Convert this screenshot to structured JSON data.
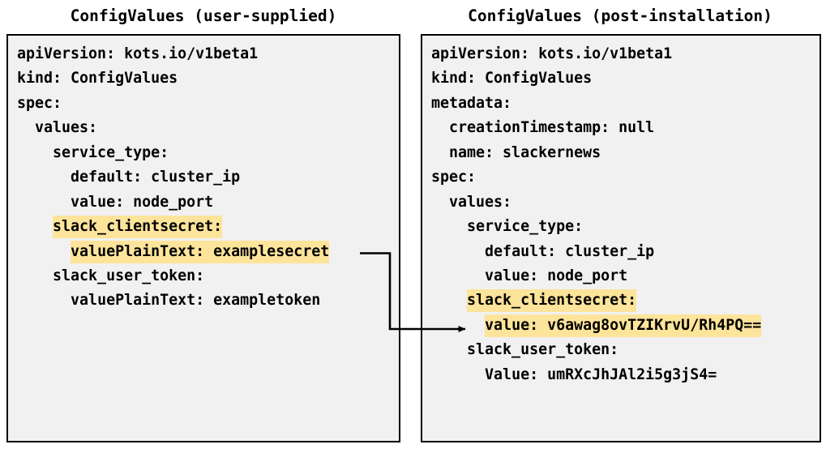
{
  "diagram": {
    "background_color": "#ffffff",
    "highlight_color": "#FDE49B",
    "code_box_background": "#F1F1F1",
    "border_color": "#000000"
  },
  "panels": [
    {
      "id": "user-supplied",
      "title": "ConfigValues (user-supplied)",
      "lines": [
        {
          "indent": 0,
          "text": "apiVersion: kots.io/v1beta1",
          "highlight": false
        },
        {
          "indent": 0,
          "text": "kind: ConfigValues",
          "highlight": false
        },
        {
          "indent": 0,
          "text": "spec:",
          "highlight": false
        },
        {
          "indent": 1,
          "text": "values:",
          "highlight": false
        },
        {
          "indent": 2,
          "text": "service_type:",
          "highlight": false
        },
        {
          "indent": 3,
          "text": "default: cluster_ip",
          "highlight": false
        },
        {
          "indent": 3,
          "text": "value: node_port",
          "highlight": false
        },
        {
          "indent": 2,
          "text": "slack_clientsecret:",
          "highlight": true
        },
        {
          "indent": 3,
          "text": "valuePlainText: examplesecret",
          "highlight": true
        },
        {
          "indent": 2,
          "text": "slack_user_token:",
          "highlight": false
        },
        {
          "indent": 3,
          "text": "valuePlainText: exampletoken",
          "highlight": false
        }
      ]
    },
    {
      "id": "post-installation",
      "title": "ConfigValues (post-installation)",
      "lines": [
        {
          "indent": 0,
          "text": "apiVersion: kots.io/v1beta1",
          "highlight": false
        },
        {
          "indent": 0,
          "text": "kind: ConfigValues",
          "highlight": false
        },
        {
          "indent": 0,
          "text": "metadata:",
          "highlight": false
        },
        {
          "indent": 1,
          "text": "creationTimestamp: null",
          "highlight": false
        },
        {
          "indent": 1,
          "text": "name: slackernews",
          "highlight": false
        },
        {
          "indent": 0,
          "text": "spec:",
          "highlight": false
        },
        {
          "indent": 1,
          "text": "values:",
          "highlight": false
        },
        {
          "indent": 2,
          "text": "service_type:",
          "highlight": false
        },
        {
          "indent": 3,
          "text": "default: cluster_ip",
          "highlight": false
        },
        {
          "indent": 3,
          "text": "value: node_port",
          "highlight": false
        },
        {
          "indent": 2,
          "text": "slack_clientsecret:",
          "highlight": true
        },
        {
          "indent": 3,
          "text": "value: v6awag8ovTZIKrvU/Rh4PQ==",
          "highlight": true
        },
        {
          "indent": 2,
          "text": "slack_user_token:",
          "highlight": false
        },
        {
          "indent": 3,
          "text": "Value: umRXcJhJAl2i5g3jS4=",
          "highlight": false
        }
      ]
    }
  ],
  "connector": {
    "label": "encrypted-value-mapping-arrow",
    "from": "valuePlainText: examplesecret",
    "to": "value: v6awag8ovTZIKrvU/Rh4PQ==",
    "color": "#000000"
  }
}
